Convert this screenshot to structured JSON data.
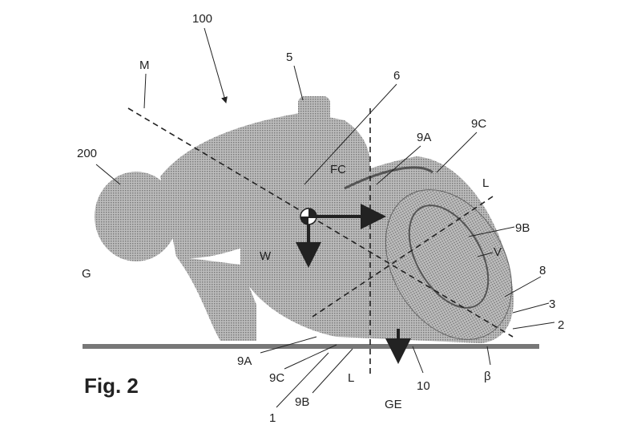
{
  "figure": {
    "caption": "Fig. 2",
    "labels": {
      "l100": "100",
      "lM": "M",
      "l5": "5",
      "l6": "6",
      "l200": "200",
      "l9A_top": "9A",
      "l9C_top": "9C",
      "lFC": "FC",
      "lL_top": "L",
      "l9B_right": "9B",
      "lV": "V",
      "lW": "W",
      "lG": "G",
      "l8": "8",
      "l3": "3",
      "l2": "2",
      "l9A_bottom": "9A",
      "l9C_bottom": "9C",
      "lL_bottom": "L",
      "lGE": "GE",
      "l10": "10",
      "lBeta": "β",
      "l1": "1",
      "l9B_bottom": "9B"
    }
  },
  "colors": {
    "body": "#a8a8a8",
    "dark": "#6e6e6e",
    "line": "#222222"
  }
}
